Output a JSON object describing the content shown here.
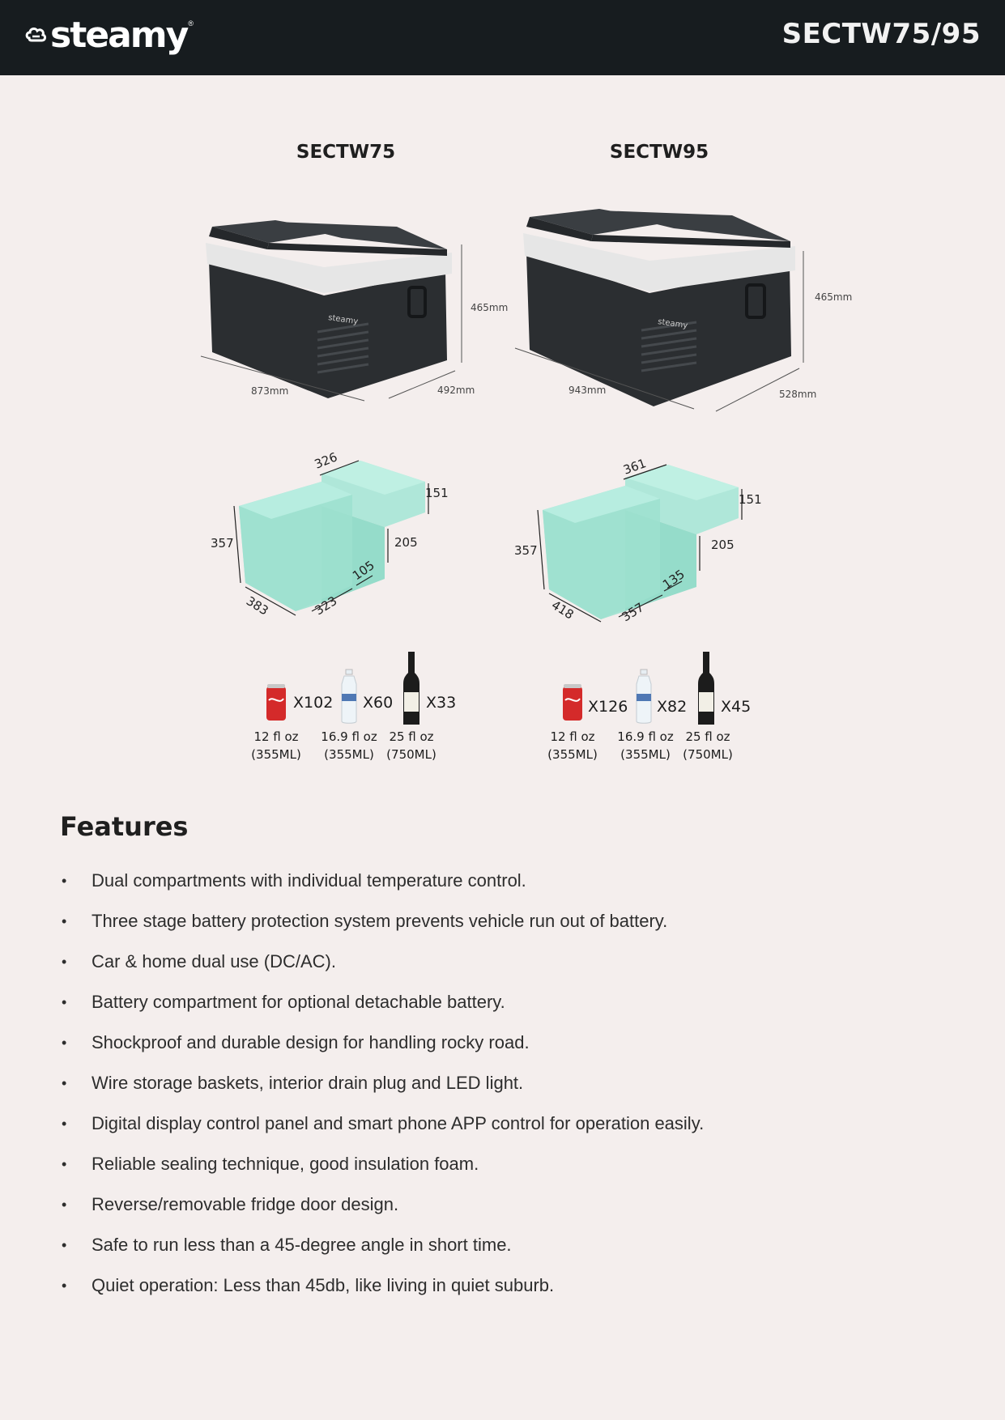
{
  "header": {
    "brand": "steamy",
    "brand_mark": "®",
    "model_code": "SECTW75/95"
  },
  "products": [
    {
      "title": "SECTW75",
      "outer_dims": {
        "height": "465mm",
        "length": "873mm",
        "depth": "492mm"
      },
      "inner_dims": {
        "top": "326",
        "right_top": "151",
        "left": "357",
        "mid": "205",
        "step": "105",
        "front_left": "383",
        "front_right": "323"
      },
      "capacity": [
        {
          "item": "can-icon",
          "count": "X102",
          "size_line1": "12 fl oz",
          "size_line2": "(355ML)"
        },
        {
          "item": "water-bottle-icon",
          "count": "X60",
          "size_line1": "16.9 fl oz",
          "size_line2": "(355ML)"
        },
        {
          "item": "wine-bottle-icon",
          "count": "X33",
          "size_line1": "25 fl oz",
          "size_line2": "(750ML)"
        }
      ]
    },
    {
      "title": "SECTW95",
      "outer_dims": {
        "height": "465mm",
        "length": "943mm",
        "depth": "528mm"
      },
      "inner_dims": {
        "top": "361",
        "right_top": "151",
        "left": "357",
        "mid": "205",
        "step": "135",
        "front_left": "418",
        "front_right": "357"
      },
      "capacity": [
        {
          "item": "can-icon",
          "count": "X126",
          "size_line1": "12 fl oz",
          "size_line2": "(355ML)"
        },
        {
          "item": "water-bottle-icon",
          "count": "X82",
          "size_line1": "16.9 fl oz",
          "size_line2": "(355ML)"
        },
        {
          "item": "wine-bottle-icon",
          "count": "X45",
          "size_line1": "25 fl oz",
          "size_line2": "(750ML)"
        }
      ]
    }
  ],
  "features": {
    "title": "Features",
    "items": [
      "Dual compartments with individual temperature control.",
      "Three stage battery protection system prevents vehicle run out of battery.",
      "Car & home dual use (DC/AC).",
      "Battery compartment for optional detachable battery.",
      "Shockproof and durable design for handling rocky road.",
      "Wire storage baskets, interior drain plug and LED light.",
      "Digital display control panel and smart phone APP control for operation easily.",
      "Reliable sealing technique, good insulation foam.",
      "Reverse/removable fridge door design.",
      "Safe to run less than a 45-degree angle in short time.",
      "Quiet operation: Less than 45db, like living in quiet suburb."
    ]
  },
  "colors": {
    "header_bg": "#171c1f",
    "page_bg": "#f4eeed",
    "cooler_body": "#2b2e31",
    "cooler_trim": "#e8e8e8",
    "volume_fill": "#9fe3d2"
  }
}
